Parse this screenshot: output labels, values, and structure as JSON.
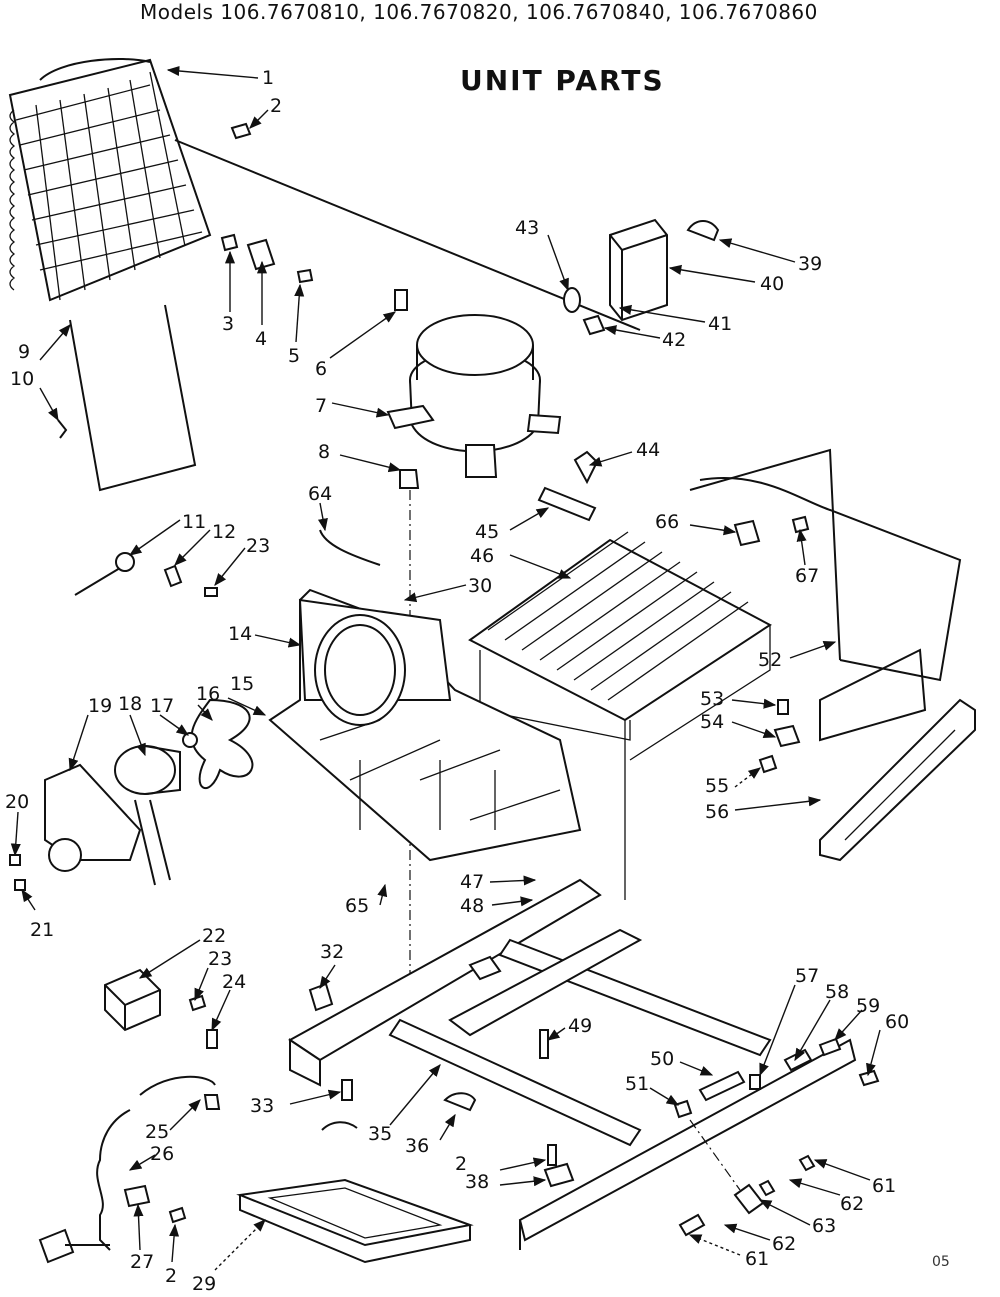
{
  "header": {
    "models": "Models 106.7670810, 106.7670820,  106.7670840, 106.7670860",
    "title": "UNIT PARTS"
  },
  "page_number": "05",
  "callouts": [
    "1",
    "2",
    "3",
    "4",
    "5",
    "6",
    "7",
    "8",
    "9",
    "10",
    "11",
    "12",
    "23",
    "64",
    "30",
    "14",
    "15",
    "16",
    "17",
    "18",
    "19",
    "20",
    "21",
    "22",
    "23",
    "24",
    "25",
    "26",
    "27",
    "2",
    "29",
    "32",
    "33",
    "35",
    "36",
    "2",
    "38",
    "49",
    "47",
    "48",
    "65",
    "50",
    "51",
    "57",
    "58",
    "59",
    "60",
    "61",
    "62",
    "63",
    "62",
    "61",
    "39",
    "40",
    "41",
    "42",
    "43",
    "44",
    "45",
    "46",
    "66",
    "67",
    "52",
    "53",
    "54",
    "55",
    "56"
  ]
}
